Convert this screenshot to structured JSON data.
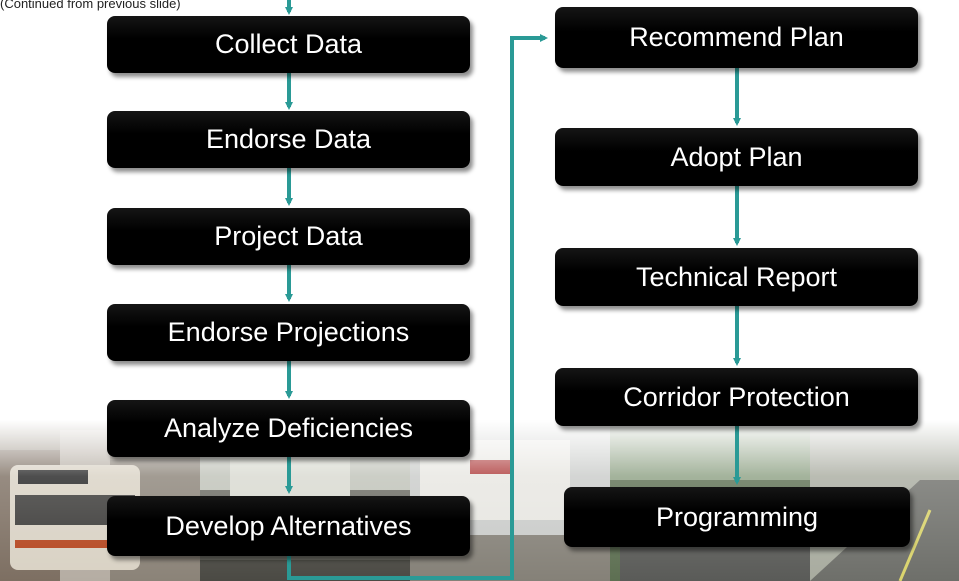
{
  "note": "(Continued from previous slide)",
  "steps_left": [
    "Collect Data",
    "Endorse Data",
    "Project Data",
    "Endorse Projections",
    "Analyze Deficiencies",
    "Develop Alternatives"
  ],
  "steps_right": [
    "Recommend Plan",
    "Adopt Plan",
    "Technical Report",
    "Corridor Protection",
    "Programming"
  ],
  "colors": {
    "box": "#000000",
    "text": "#ffffff",
    "arrow": "#2a9a96"
  }
}
